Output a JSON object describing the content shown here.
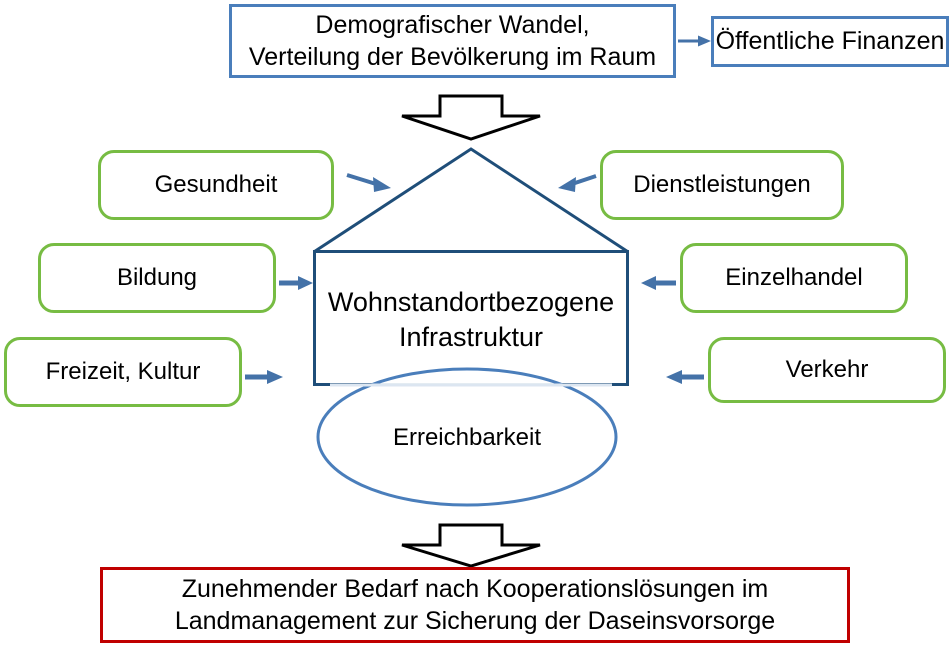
{
  "diagram": {
    "title_top": "Demografischer Wandel,\nVerteilung der Bevölkerung im Raum",
    "colors": {
      "blue_border": "#4A7EBB",
      "green_border": "#77BC43",
      "red_border": "#C00000",
      "house_outline": "#1F4E79",
      "ellipse_outline": "#4A7EBB",
      "arrow_blue": "#4472A8",
      "block_arrow_outline": "#000000",
      "text": "#000000",
      "background": "#FFFFFF"
    },
    "top_boxes": {
      "driver": {
        "line1": "Demografischer Wandel,",
        "line2": "Verteilung der Bevölkerung im Raum"
      },
      "finance": {
        "label": "Öffentliche Finanzen"
      }
    },
    "center": {
      "house": {
        "line1": "Wohnstandortbezogene",
        "line2": "Infrastruktur"
      },
      "ellipse": {
        "label": "Erreichbarkeit"
      }
    },
    "left_boxes": [
      {
        "label": "Gesundheit"
      },
      {
        "label": "Bildung"
      },
      {
        "label": "Freizeit, Kultur"
      }
    ],
    "right_boxes": [
      {
        "label": "Dienstleistungen"
      },
      {
        "label": "Einzelhandel"
      },
      {
        "label": "Verkehr"
      }
    ],
    "bottom_box": {
      "line1": "Zunehmender Bedarf nach Kooperationslösungen im",
      "line2": "Landmanagement zur Sicherung der Daseinsvorsorge"
    },
    "connectors": {
      "driver_to_finance": "arrow-right-icon",
      "driver_to_house": "block-arrow-down-icon",
      "ellipse_to_bottom": "block-arrow-down-icon",
      "left_to_house": "arrow-right-icon",
      "right_to_house": "arrow-left-icon"
    }
  }
}
